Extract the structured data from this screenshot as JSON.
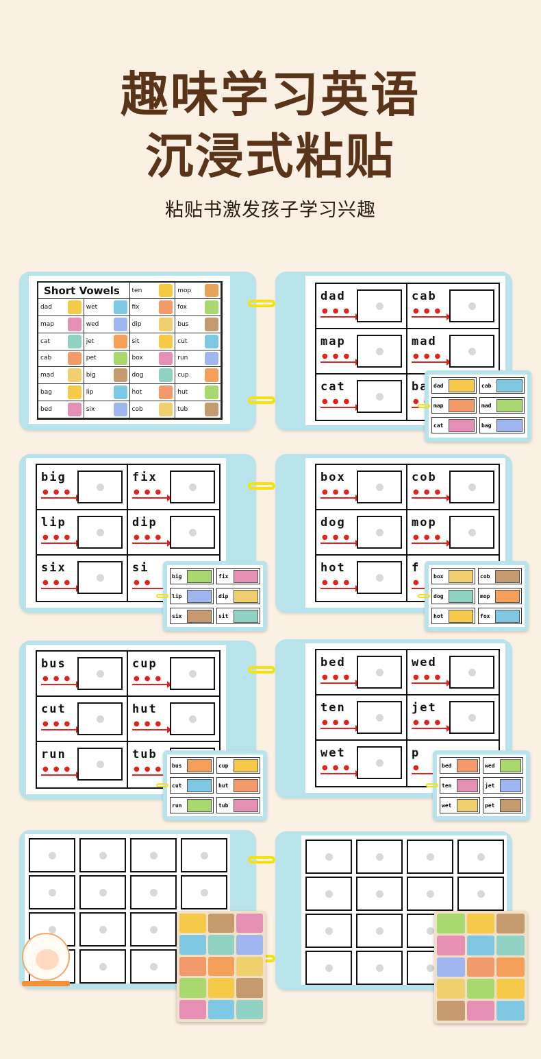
{
  "header": {
    "title_line1": "趣味学习英语",
    "title_line2": "沉浸式粘贴",
    "subtitle": "粘贴书激发孩子学习兴趣"
  },
  "colors": {
    "background": "#fbf0e4",
    "title": "#5a3418",
    "board": "#b9e3ea",
    "ring": "#f4e114",
    "guide": "#e0241c"
  },
  "vowel_chart": {
    "title": "Short Vowels",
    "col3_header": "ten",
    "col4_header": "mop",
    "rows": [
      [
        "dad",
        "wet",
        "fix",
        "fox"
      ],
      [
        "map",
        "wed",
        "dip",
        "bus"
      ],
      [
        "cat",
        "jet",
        "sit",
        "cut"
      ],
      [
        "cab",
        "pet",
        "box",
        "run"
      ],
      [
        "mad",
        "big",
        "dog",
        "cup"
      ],
      [
        "bag",
        "lip",
        "hot",
        "hut"
      ],
      [
        "bed",
        "six",
        "cob",
        "tub"
      ]
    ]
  },
  "pages": [
    {
      "words": [
        "dad",
        "cab",
        "map",
        "mad",
        "cat",
        "ba"
      ]
    },
    {
      "words": [
        "big",
        "fix",
        "lip",
        "dip",
        "six",
        "si"
      ]
    },
    {
      "words": [
        "box",
        "cob",
        "dog",
        "mop",
        "hot",
        "f"
      ]
    },
    {
      "words": [
        "bus",
        "cup",
        "cut",
        "hut",
        "run",
        "tub"
      ]
    },
    {
      "words": [
        "bed",
        "wed",
        "ten",
        "jet",
        "wet",
        "p"
      ]
    }
  ],
  "minis": [
    {
      "words": [
        "dad",
        "cab",
        "map",
        "mad",
        "cat",
        "bag"
      ]
    },
    {
      "words": [
        "big",
        "fix",
        "lip",
        "dip",
        "six",
        "sit"
      ]
    },
    {
      "words": [
        "box",
        "cob",
        "dog",
        "mop",
        "hot",
        "fox"
      ]
    },
    {
      "words": [
        "bus",
        "cup",
        "cut",
        "hut",
        "run",
        "tub"
      ]
    },
    {
      "words": [
        "bed",
        "wed",
        "ten",
        "jet",
        "wet",
        "pet"
      ]
    }
  ]
}
